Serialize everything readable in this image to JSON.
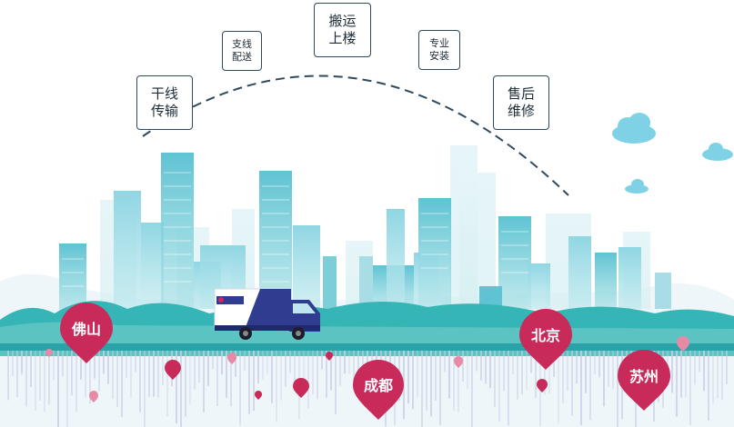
{
  "services": [
    {
      "id": "trunk",
      "label": "干线\n传输"
    },
    {
      "id": "branch",
      "label": "支线\n配送"
    },
    {
      "id": "carry",
      "label": "搬运\n上楼"
    },
    {
      "id": "install",
      "label": "专业\n安装"
    },
    {
      "id": "aftersale",
      "label": "售后\n维修"
    }
  ],
  "cities": [
    "佛山",
    "成都",
    "北京",
    "苏州"
  ],
  "colors": {
    "teal": "#35b5b6",
    "teal_light": "#7fd6d2",
    "pin": "#c82a5a",
    "truck": "#2f3c8f",
    "cloud": "#7fd2e6",
    "outline": "#2f4a5e"
  }
}
